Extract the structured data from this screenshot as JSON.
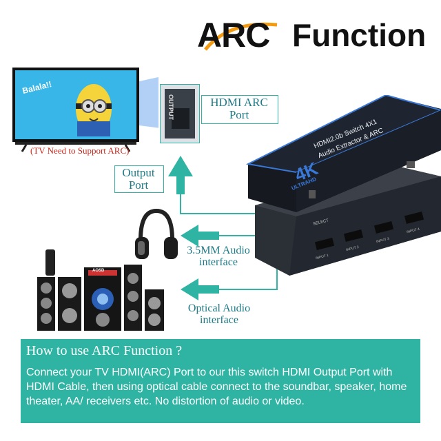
{
  "title": {
    "arc": "ARC",
    "function": "Function"
  },
  "tv": {
    "screen_text": "Balala!!",
    "note": "(TV Need to Support ARC)"
  },
  "inset": {
    "port_text": "OUTPUT"
  },
  "labels": {
    "hdmi_arc_port": "HDMI ARC\nPort",
    "output_port": "Output\nPort",
    "audio_35mm": "3.5MM Audio\ninterface",
    "optical_audio": "Optical Audio\ninterface"
  },
  "device": {
    "badge_4k": "4K",
    "badge_ultrahd": "ULTRAHD",
    "model_line1": "HDMI2.0b Switch 4X1",
    "model_line2": "Audio Extractor & ARC",
    "select_label": "SELECT",
    "input_labels": [
      "INPUT 1",
      "INPUT 2",
      "INPUT 3",
      "INPUT 4"
    ]
  },
  "speaker": {
    "brand": "AOSD"
  },
  "panel": {
    "heading": "How to use ARC Function ?",
    "body": "Connect your TV HDMI(ARC) Port to our this switch HDMI Output Port with HDMI Cable, then using optical cable connect to the soundbar, speaker, home theater, AA/ receivers etc. No distortion of audio or video."
  },
  "colors": {
    "accent": "#2fb3a3",
    "label_text": "#1f7a86",
    "device_body": "#1f2530",
    "device_edge": "#3a78d8"
  }
}
